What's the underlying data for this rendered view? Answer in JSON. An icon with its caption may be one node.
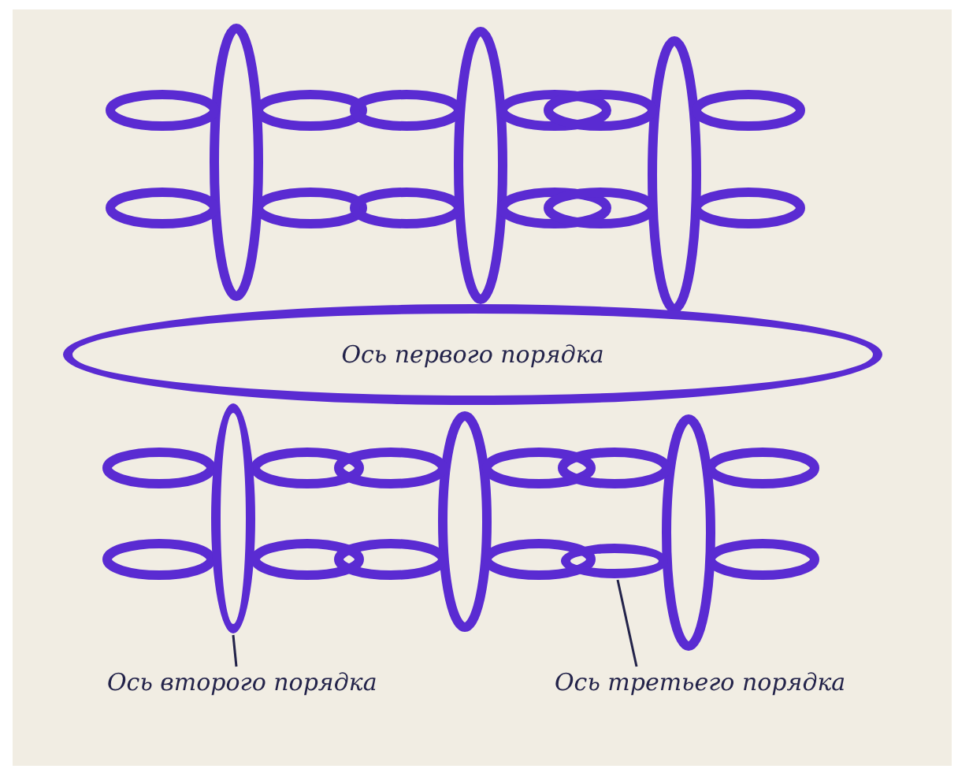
{
  "diagram": {
    "nodes": [
      {
        "text": [
          "Ось первого порядка"
        ]
      },
      {
        "text": [
          "Ось второго порядка"
        ]
      },
      {
        "text": [
          "Ось третьего порядка"
        ]
      },
      {
        "text": [],
        "shape": "ellipse"
      },
      {
        "text": [],
        "shape": "ellipse"
      }
    ],
    "edges": [
      {
        "from": 1,
        "to": 3,
        "arrow": "none"
      },
      {
        "from": 2,
        "to": 4,
        "arrow": "none"
      }
    ]
  }
}
